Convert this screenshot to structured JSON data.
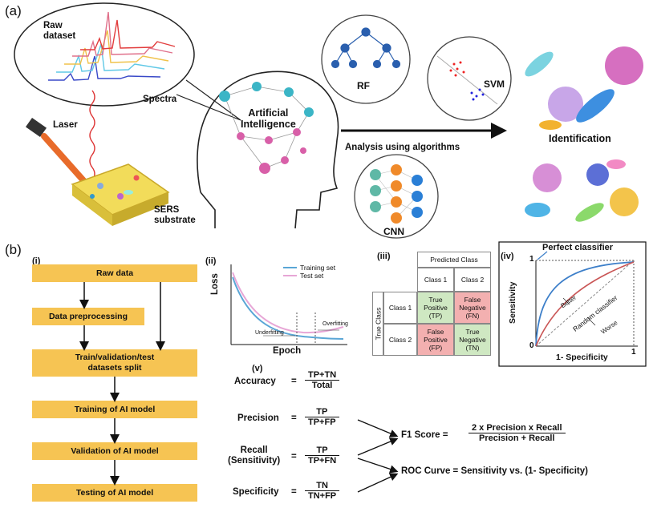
{
  "panel_a": {
    "label": "(a)",
    "raw_dataset": "Raw\ndataset",
    "spectra": "Spectra",
    "laser": "Laser",
    "sers_substrate": "SERS\nsubstrate",
    "ai": "Artificial\nIntelligence",
    "analysis": "Analysis using algorithms",
    "rf": "RF",
    "svm": "SVM",
    "cnn": "CNN",
    "identification": "Identification"
  },
  "panel_b": {
    "label": "(b)",
    "sub_i": "(i)",
    "sub_ii": "(ii)",
    "sub_iii": "(iii)",
    "sub_iv": "(iv)",
    "sub_v": "(v)",
    "flow": [
      "Raw data",
      "Data preprocessing",
      "Train/validation/test\ndatasets split",
      "Training of AI model",
      "Validation of AI model",
      "Testing of AI model"
    ],
    "loss": {
      "ylabel": "Loss",
      "xlabel": "Epoch",
      "legend_train": "Training set",
      "legend_test": "Test set",
      "underfitting": "Underfitting",
      "overfitting": "Overfitting"
    },
    "confusion": {
      "predicted": "Predicted Class",
      "true": "True Class",
      "class1": "Class 1",
      "class2": "Class 2",
      "tp": "True\nPositive\n(TP)",
      "fn": "False\nNegative\n(FN)",
      "fp": "False\nPositive\n(FP)",
      "tn": "True\nNegative\n(TN)"
    },
    "roc": {
      "perfect": "Perfect classifier",
      "ylabel": "Sensitivity",
      "xlabel": "1- Specificity",
      "better": "Better",
      "random": "Random classifier",
      "worse": "Worse",
      "tick0": "0",
      "tick1x": "1",
      "tick1y": "1"
    },
    "metrics": {
      "accuracy": "Accuracy",
      "acc_num": "TP+TN",
      "acc_den": "Total",
      "precision": "Precision",
      "prec_num": "TP",
      "prec_den": "TP+FP",
      "recall": "Recall\n(Sensitivity)",
      "rec_num": "TP",
      "rec_den": "TP+FN",
      "specificity": "Specificity",
      "spec_num": "TN",
      "spec_den": "TN+FP",
      "eq": "=",
      "f1": "F1 Score =",
      "f1_num": "2 x Precision x Recall",
      "f1_den": "Precision + Recall",
      "roc_curve": "ROC Curve = Sensitivity vs. (1- Specificity)"
    }
  },
  "colors": {
    "flow_box": "#f6c453",
    "tp": "#cfe8c2",
    "fn": "#f3b0b0",
    "train": "#5aa6d6",
    "test": "#e7a6d6"
  }
}
